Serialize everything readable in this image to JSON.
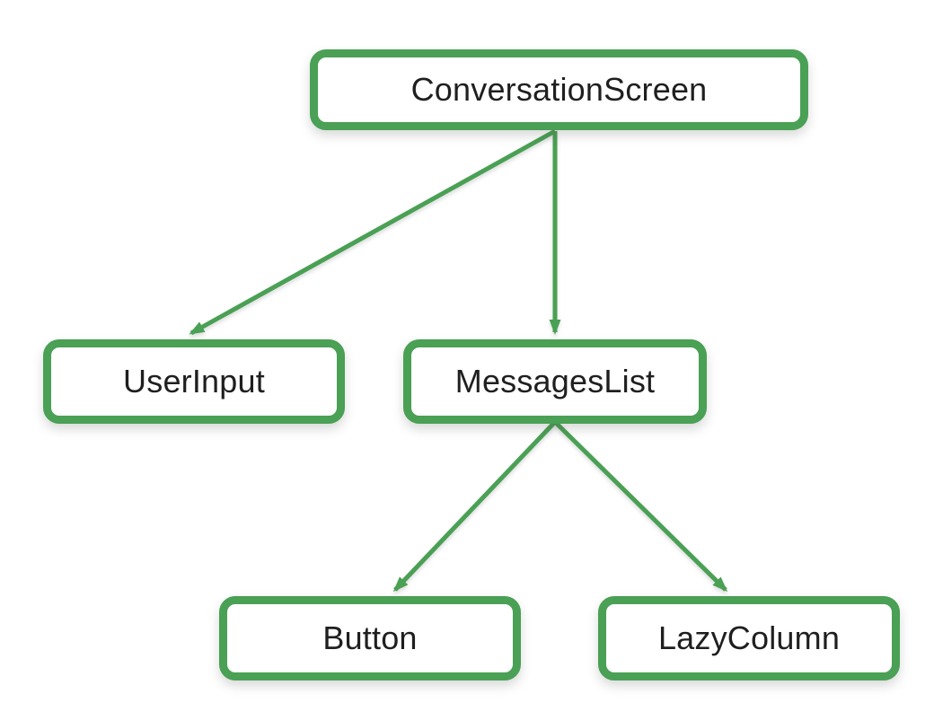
{
  "diagram": {
    "type": "tree",
    "accent_color": "#4aa054",
    "node_fill_color": "#ffffff",
    "text_color": "#1f1f1f",
    "nodes": [
      {
        "id": "conversation-screen",
        "label": "ConversationScreen"
      },
      {
        "id": "user-input",
        "label": "UserInput"
      },
      {
        "id": "messages-list",
        "label": "MessagesList"
      },
      {
        "id": "button",
        "label": "Button"
      },
      {
        "id": "lazy-column",
        "label": "LazyColumn"
      }
    ],
    "edges": [
      {
        "from": "conversation-screen",
        "to": "user-input"
      },
      {
        "from": "conversation-screen",
        "to": "messages-list"
      },
      {
        "from": "messages-list",
        "to": "button"
      },
      {
        "from": "messages-list",
        "to": "lazy-column"
      }
    ]
  }
}
